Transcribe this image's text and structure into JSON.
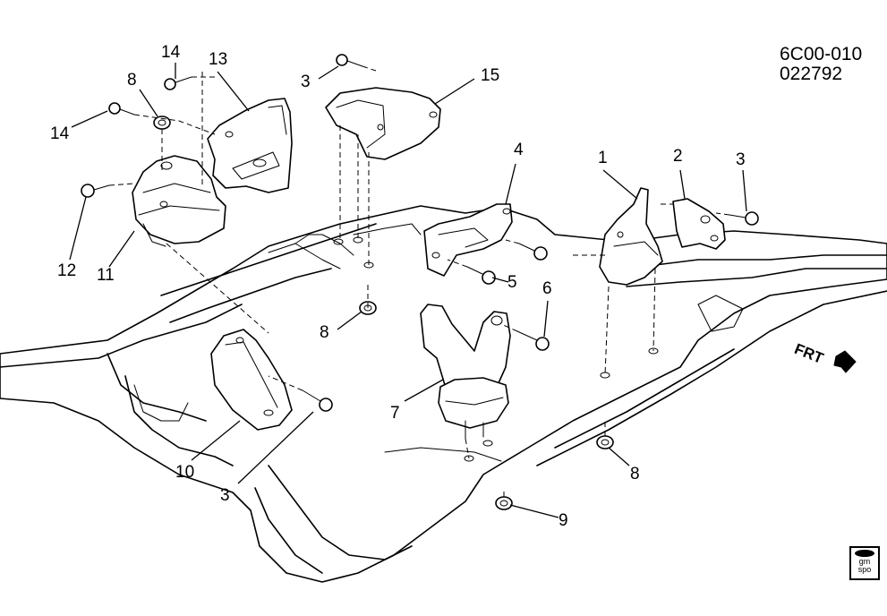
{
  "header": {
    "code": "6C00-010",
    "date": "022792"
  },
  "direction_label": "FRT",
  "logo": {
    "line1": "gm",
    "line2": "spo"
  },
  "callouts": [
    "1",
    "2",
    "3",
    "3",
    "3",
    "4",
    "5",
    "6",
    "7",
    "8",
    "8",
    "8",
    "9",
    "10",
    "11",
    "12",
    "13",
    "14",
    "14",
    "15"
  ]
}
